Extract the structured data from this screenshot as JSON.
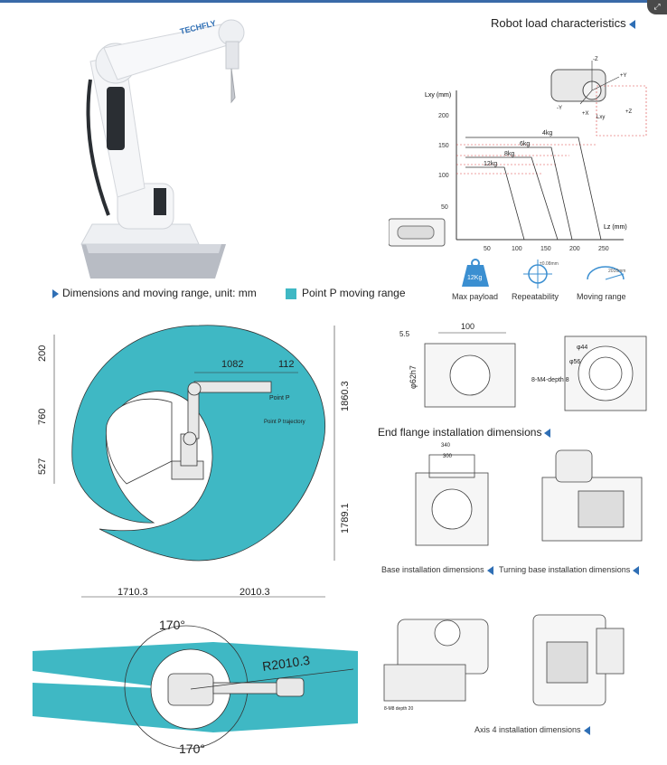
{
  "top_corner_icon": "expand-icon",
  "robot_brand": "TECHFLY",
  "load": {
    "title": "Robot load characteristics",
    "ylabel": "Lxy (mm)",
    "xlabel": "Lz (mm)",
    "y_ticks": [
      "200",
      "150",
      "100",
      "50"
    ],
    "x_ticks": [
      "50",
      "100",
      "150",
      "200",
      "250"
    ],
    "curves": [
      "4kg",
      "6kg",
      "8kg",
      "12kg"
    ],
    "axis_labels": {
      "z_top": "-Z",
      "y_right": "+Y",
      "y_left": "-Y",
      "x": "+X",
      "z_bottom": "+Z",
      "lxy": "Lxy"
    }
  },
  "specs": [
    {
      "label": "Max payload",
      "icon_text": "12Kg",
      "icon": "weight-icon"
    },
    {
      "label": "Repeatability",
      "icon_text": "±0.08mm",
      "icon": "crosshair-icon"
    },
    {
      "label": "Moving range",
      "icon_text": "2010mm",
      "icon": "arc-range-icon"
    }
  ],
  "dims_caption": "Dimensions and moving range, unit: mm",
  "legend_caption": "Point P moving range",
  "range": {
    "top_dims": [
      "1082",
      "112"
    ],
    "left_dims": [
      "200",
      "760",
      "527"
    ],
    "right_dims": [
      "1860.3",
      "1789.1"
    ],
    "bottom_dims": [
      "1710.3",
      "2010.3"
    ],
    "point_label": "Point P",
    "trajectory_label": "Point P trajectory"
  },
  "top_view": {
    "angle_top": "170°",
    "angle_bottom": "170°",
    "radius": "R2010.3"
  },
  "flange": {
    "caption": "End flange installation dimensions",
    "dims": [
      "100",
      "5.5",
      "φ62h7",
      "φ44",
      "φ56",
      "8-M4-depth 8"
    ]
  },
  "base": {
    "caption": "Base installation dimensions",
    "turning_caption": "Turning base installation dimensions",
    "dims": [
      "340",
      "300"
    ]
  },
  "axis4": {
    "caption": "Axis 4 installation dimensions",
    "note": "8-M8 depth 20"
  },
  "colors": {
    "range_fill": "#3fb8c4",
    "accent": "#2f6fb5",
    "robot_white": "#f2f3f5"
  }
}
